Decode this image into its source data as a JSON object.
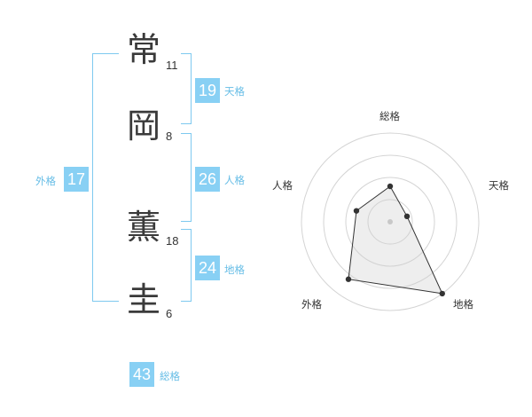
{
  "characters": [
    {
      "char": "常",
      "strokes": "11"
    },
    {
      "char": "岡",
      "strokes": "8"
    },
    {
      "char": "薫",
      "strokes": "18"
    },
    {
      "char": "圭",
      "strokes": "6"
    }
  ],
  "fortunes": {
    "tenkaku": {
      "value": "19",
      "label": "天格"
    },
    "jinkaku": {
      "value": "26",
      "label": "人格"
    },
    "chikaku": {
      "value": "24",
      "label": "地格"
    },
    "gaikaku": {
      "value": "17",
      "label": "外格"
    },
    "soukaku": {
      "value": "43",
      "label": "総格"
    }
  },
  "colors": {
    "accent": "#88d0f4",
    "bracket": "#7ec9ef",
    "label": "#66bde6"
  },
  "chart_data": {
    "type": "radar",
    "axes": [
      "総格",
      "天格",
      "地格",
      "外格",
      "人格"
    ],
    "values": [
      0.4,
      0.2,
      1.0,
      0.8,
      0.4
    ],
    "rings": 4,
    "range": [
      0,
      1
    ]
  }
}
